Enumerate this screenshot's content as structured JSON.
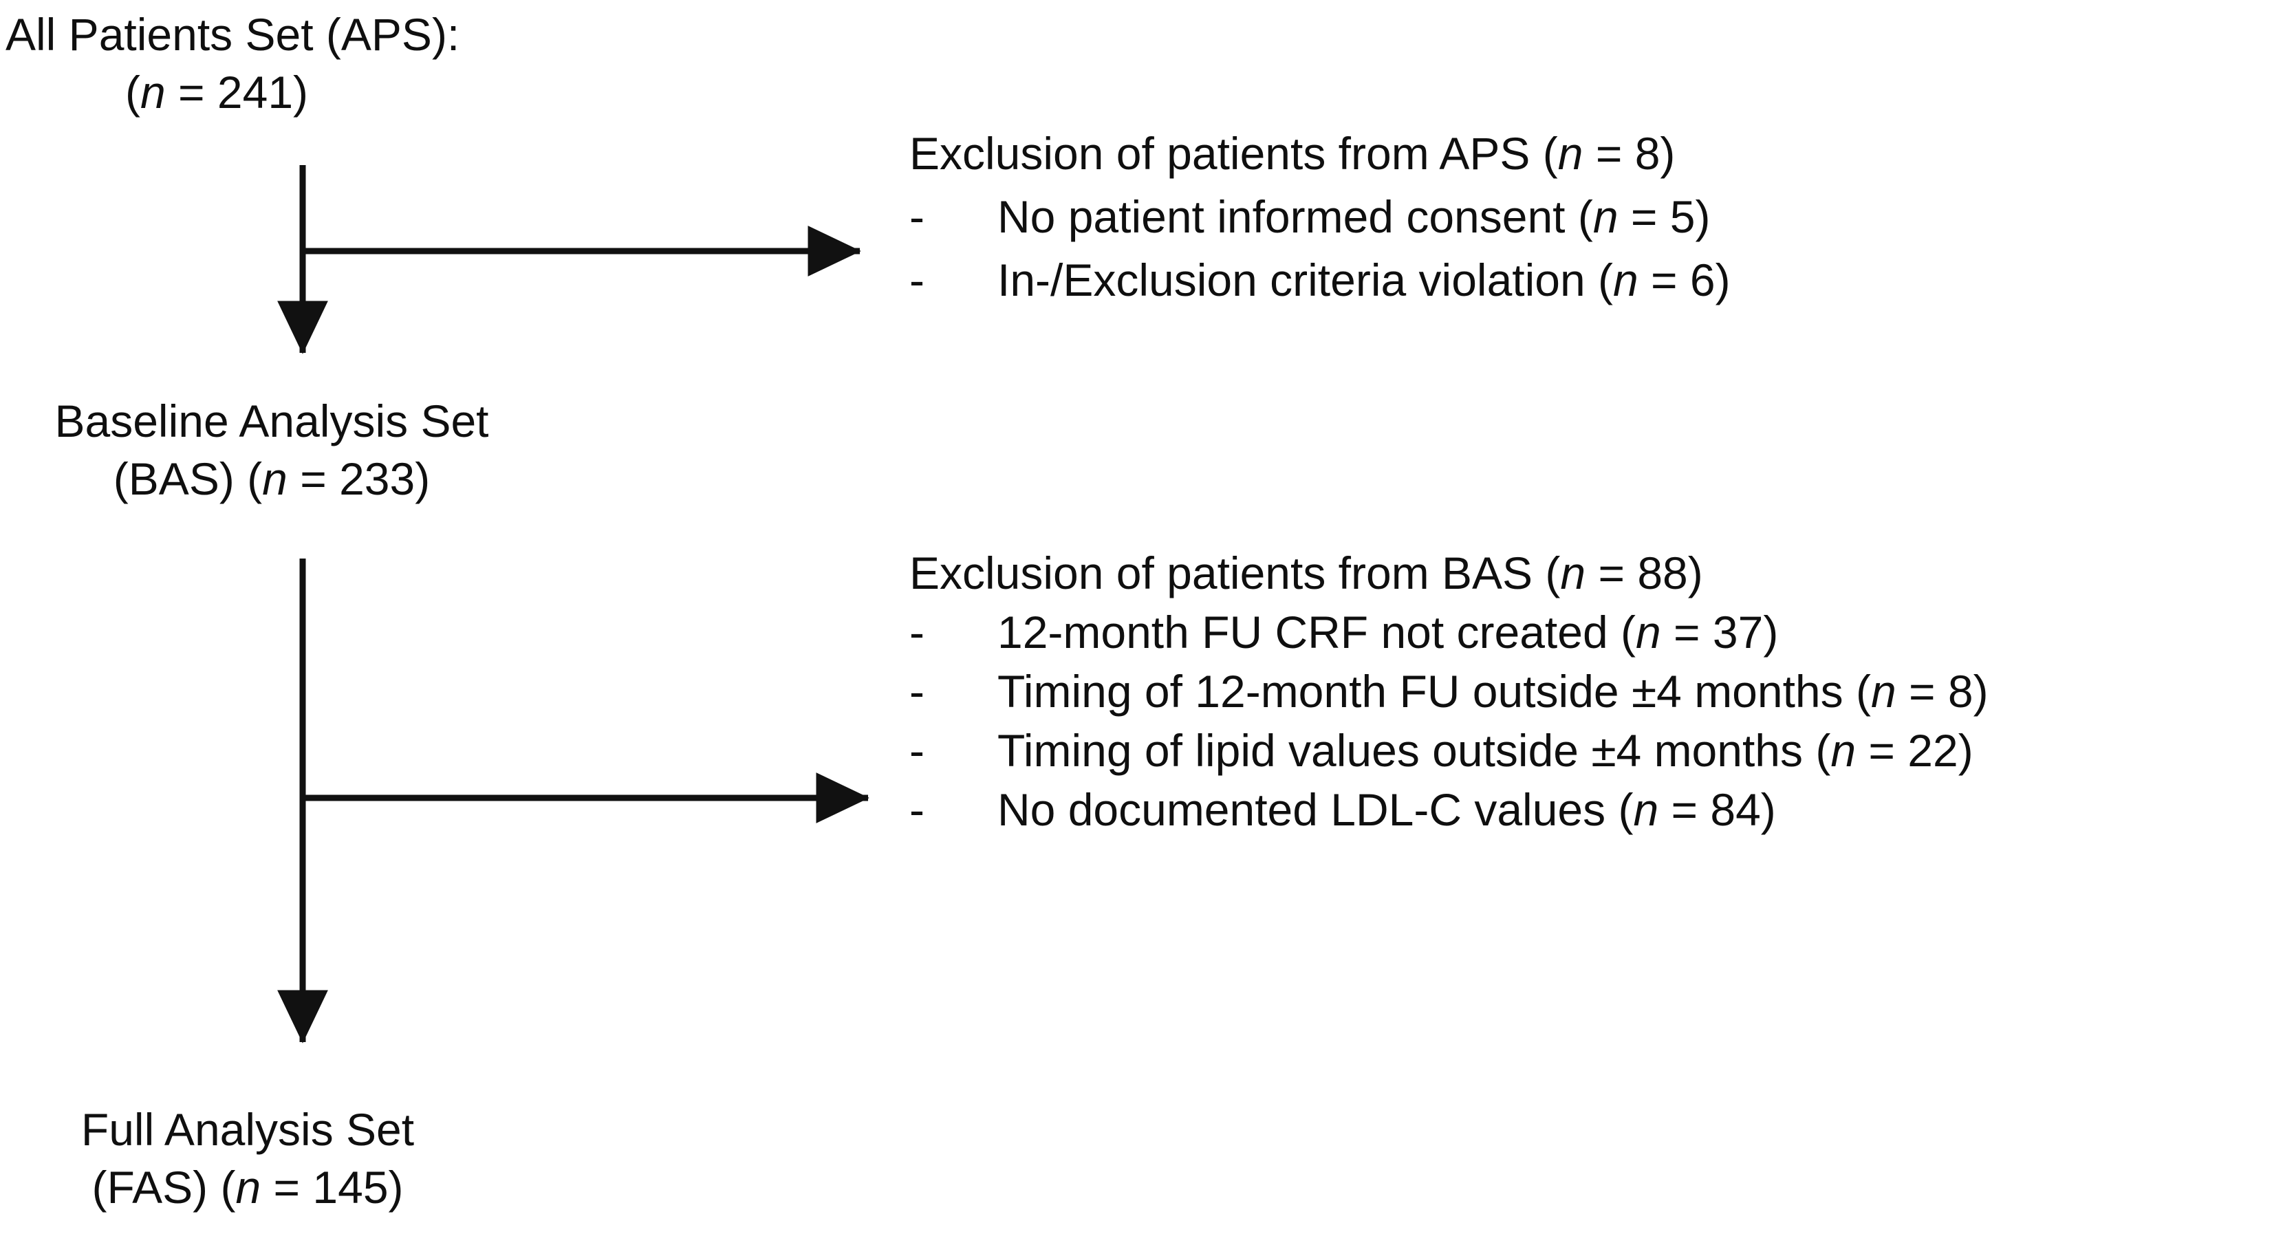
{
  "diagram": {
    "type": "patient-flow-chart",
    "nodes": [
      {
        "id": "aps",
        "line_1": "All Patients Set (APS):",
        "line_2_pre": "(",
        "line_2_n": "n",
        "line_2_post": " = 241)",
        "label_full": "All Patients Set (APS): (n = 241)",
        "count": 241
      },
      {
        "id": "bas",
        "line_1": "Baseline Analysis Set",
        "line_2_pre": "(BAS) (",
        "line_2_n": "n",
        "line_2_post": " = 233)",
        "label_full": "Baseline Analysis Set (BAS) (n = 233)",
        "count": 233
      },
      {
        "id": "fas",
        "line_1": "Full Analysis Set",
        "line_2_pre": "(FAS) (",
        "line_2_n": "n",
        "line_2_post": " = 145)",
        "label_full": "Full Analysis Set (FAS) (n = 145)",
        "count": 145
      }
    ],
    "exclusions": [
      {
        "id": "from-aps",
        "head_pre": "Exclusion of patients from APS (",
        "head_n": "n",
        "head_post": " = 8)",
        "head_full": "Exclusion of patients from APS (n = 8)",
        "total": 8,
        "bullet_marker": "-",
        "items": [
          {
            "text_pre": "No patient informed consent (",
            "text_n": "n",
            "text_post": " = 5)",
            "text_full": "No patient informed consent (n = 5)",
            "count": 5
          },
          {
            "text_pre": "In-/Exclusion criteria violation (",
            "text_n": "n",
            "text_post": " = 6)",
            "text_full": "In-/Exclusion criteria violation (n = 6)",
            "count": 6
          }
        ]
      },
      {
        "id": "from-bas",
        "head_pre": "Exclusion of patients from BAS (",
        "head_n": "n",
        "head_post": " = 88)",
        "head_full": "Exclusion of patients from BAS (n = 88)",
        "total": 88,
        "bullet_marker": "-",
        "items": [
          {
            "text_pre": "12-month FU CRF not created (",
            "text_n": "n",
            "text_post": " = 37)",
            "text_full": "12-month FU CRF not created (n = 37)",
            "count": 37
          },
          {
            "text_pre": "Timing of 12-month FU outside ±4 months (",
            "text_n": "n",
            "text_post": " = 8)",
            "text_full": "Timing of 12-month FU outside ±4 months (n = 8)",
            "count": 8
          },
          {
            "text_pre": "Timing of lipid values outside ±4 months (",
            "text_n": "n",
            "text_post": " = 22)",
            "text_full": "Timing of lipid values outside ±4 months (n = 22)",
            "count": 22
          },
          {
            "text_pre": "No documented LDL-C values (",
            "text_n": "n",
            "text_post": " = 84)",
            "text_full": "No documented LDL-C values (n = 84)",
            "count": 84
          }
        ]
      }
    ],
    "colors": {
      "background": "#ffffff",
      "text": "#0f0f0f",
      "connector": "#111111"
    }
  }
}
